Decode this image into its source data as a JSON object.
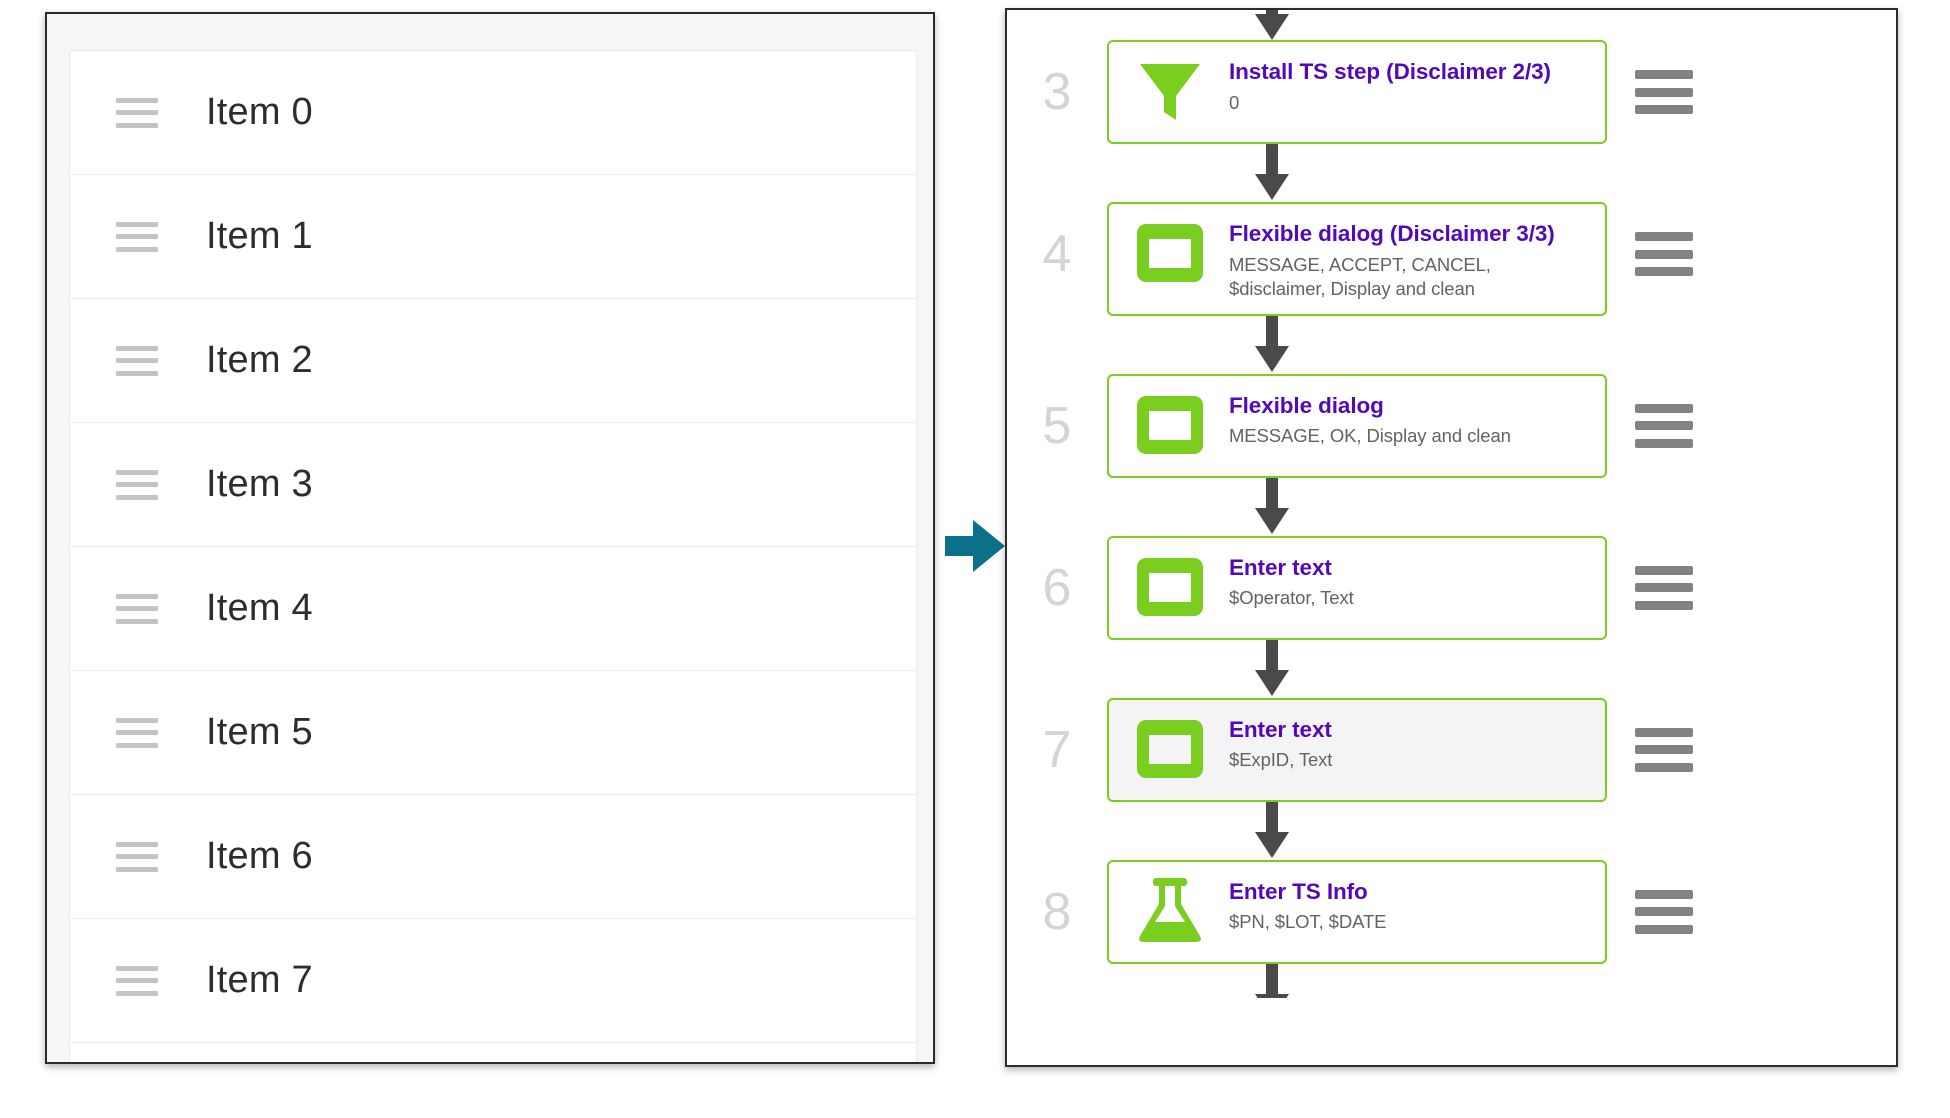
{
  "colors": {
    "accent_green": "#7ace1f",
    "title_purple": "#5409b8",
    "subtitle_gray": "#636363",
    "step_number_gray": "#d4d4d4",
    "connector_arrow": "#4a4a4a",
    "transition_arrow_teal": "#0a7189",
    "grip_gray": "#c4c4c4",
    "handle_gray": "#828282",
    "selected_row_bg": "#f4f4f4",
    "panel_border": "#2b2b2b"
  },
  "left_panel": {
    "name": "sortable-item-list",
    "items": [
      {
        "label": "Item 0",
        "icon": "drag-grip-icon"
      },
      {
        "label": "Item 1",
        "icon": "drag-grip-icon"
      },
      {
        "label": "Item 2",
        "icon": "drag-grip-icon"
      },
      {
        "label": "Item 3",
        "icon": "drag-grip-icon"
      },
      {
        "label": "Item 4",
        "icon": "drag-grip-icon"
      },
      {
        "label": "Item 5",
        "icon": "drag-grip-icon"
      },
      {
        "label": "Item 6",
        "icon": "drag-grip-icon"
      },
      {
        "label": "Item 7",
        "icon": "drag-grip-icon"
      }
    ]
  },
  "transition": {
    "icon": "right-arrow-icon"
  },
  "right_panel": {
    "name": "workflow-step-list",
    "steps": [
      {
        "number": "3",
        "title": "Install TS step (Disclaimer 2/3)",
        "subtitle": "0",
        "icon": "funnel-icon",
        "selected": false
      },
      {
        "number": "4",
        "title": "Flexible dialog (Disclaimer 3/3)",
        "subtitle": "MESSAGE, ACCEPT, CANCEL, $disclaimer, Display and clean",
        "icon": "dialog-icon",
        "selected": false
      },
      {
        "number": "5",
        "title": "Flexible dialog",
        "subtitle": "MESSAGE, OK, Display and clean",
        "icon": "dialog-icon",
        "selected": false
      },
      {
        "number": "6",
        "title": "Enter text",
        "subtitle": "$Operator, Text",
        "icon": "dialog-icon",
        "selected": false
      },
      {
        "number": "7",
        "title": "Enter text",
        "subtitle": "$ExpID, Text",
        "icon": "dialog-icon",
        "selected": true
      },
      {
        "number": "8",
        "title": "Enter TS Info",
        "subtitle": "$PN, $LOT, $DATE",
        "icon": "flask-icon",
        "selected": false
      }
    ]
  }
}
